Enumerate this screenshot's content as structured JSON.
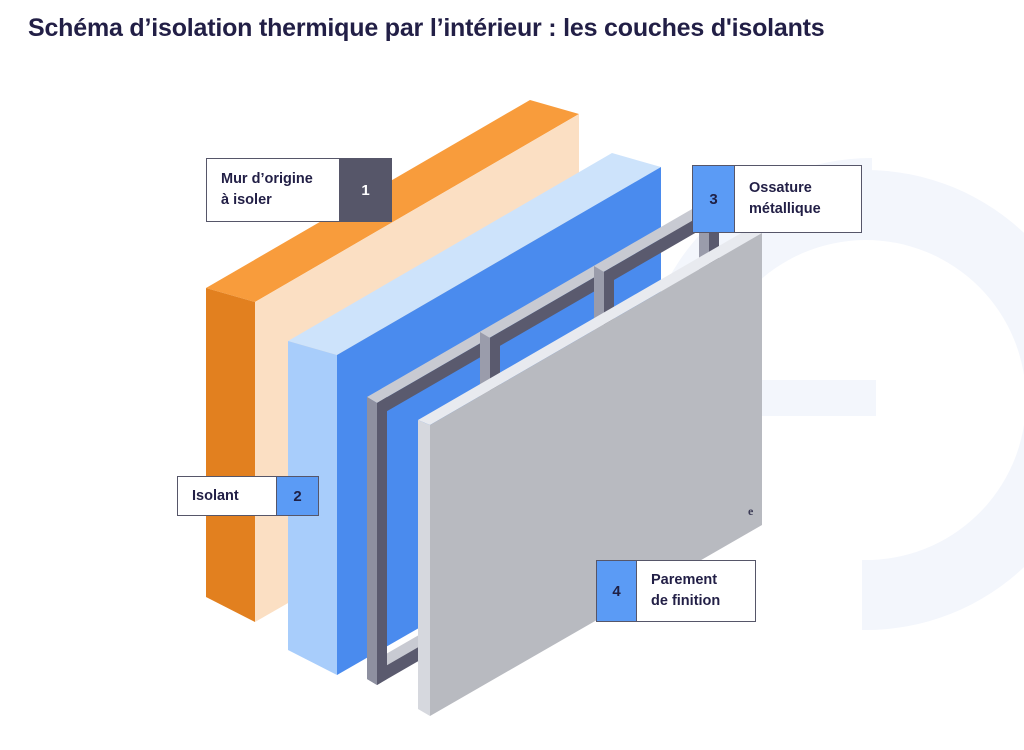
{
  "page": {
    "title": "Schéma d’isolation thermique par l’intérieur : les couches d'isolants",
    "background_color": "#ffffff",
    "title_color": "#221f46"
  },
  "decoration": {
    "name": "background-e-mark",
    "color": "#f3f6fc"
  },
  "diagram": {
    "type": "exploded-isometric-wall-section",
    "panel_mark": "e",
    "layers": [
      {
        "number": "1",
        "name": "Mur d’origine à isoler",
        "label_lines": [
          "Mur d’origine",
          "à isoler"
        ],
        "badge_color": "#565669",
        "badge_side": "right",
        "colors": {
          "top": "#f89c3c",
          "front": "#fbdfc3",
          "side": "#e2801f"
        }
      },
      {
        "number": "2",
        "name": "Isolant",
        "label_lines": [
          "Isolant"
        ],
        "badge_color": "#5b9bf5",
        "badge_side": "right",
        "colors": {
          "top": "#cde3fb",
          "front": "#4a8bee",
          "side": "#a8cdfb"
        }
      },
      {
        "number": "3",
        "name": "Ossature métallique",
        "label_lines": [
          "Ossature",
          "métallique"
        ],
        "badge_color": "#5b9bf5",
        "badge_side": "left",
        "colors": {
          "top": "#c8cad2",
          "front": "#5a5a6e",
          "side": "#9a9cab"
        }
      },
      {
        "number": "4",
        "name": "Parement de finition",
        "label_lines": [
          "Parement",
          "de finition"
        ],
        "badge_color": "#5b9bf5",
        "badge_side": "left",
        "colors": {
          "top": "#e8eaef",
          "front": "#b8bac0",
          "side": "#d6d8de"
        }
      }
    ]
  }
}
